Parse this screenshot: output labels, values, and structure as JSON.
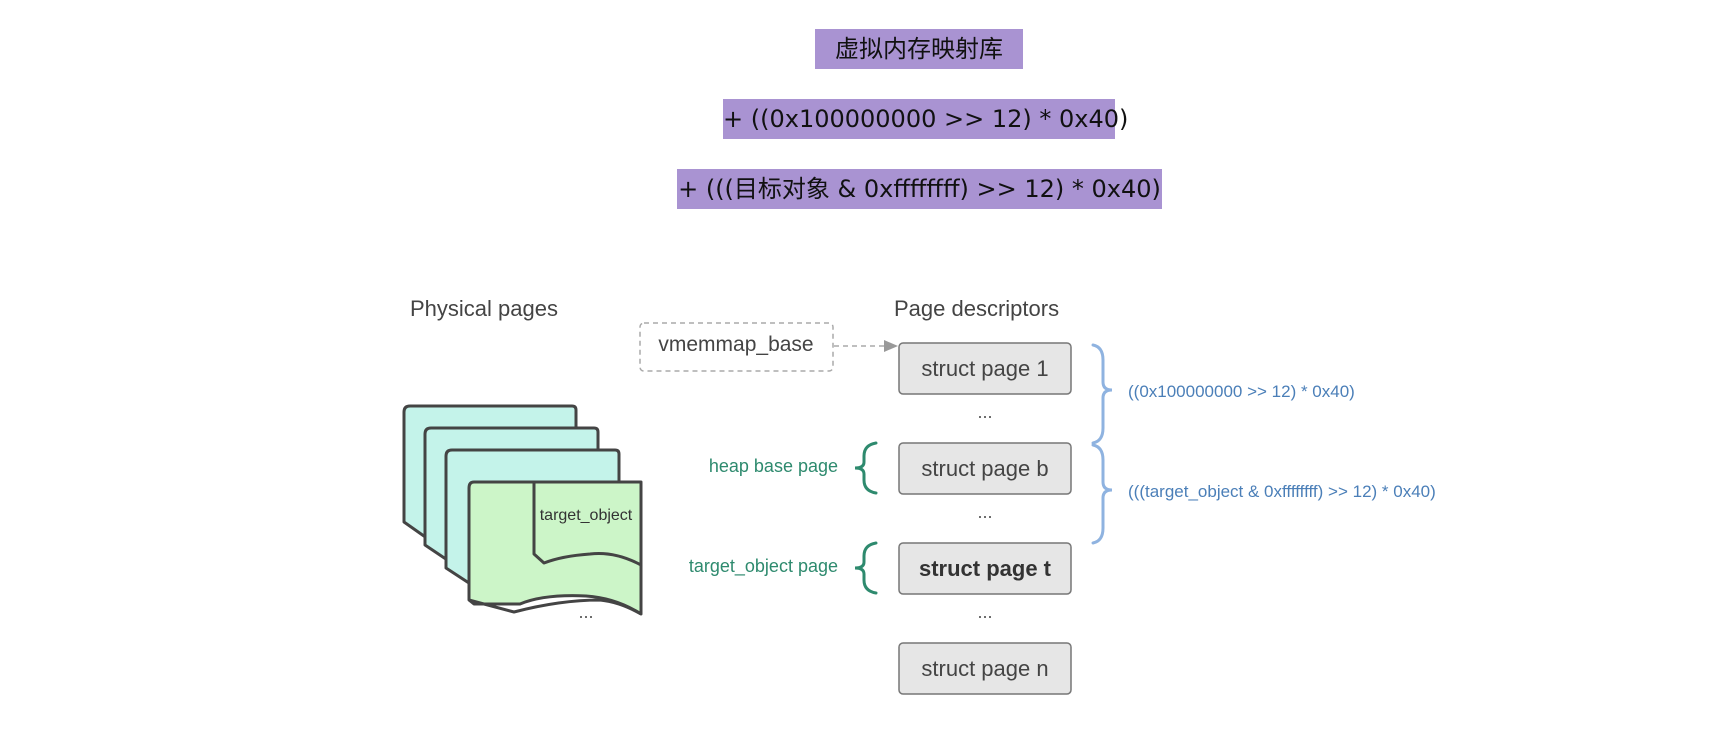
{
  "labels": {
    "line1": "虚拟内存映射库",
    "line2": "+ ((0x100000000 >> 12) * 0x40)",
    "line3": "+ (((目标对象 & 0xffffffff) >> 12) * 0x40)"
  },
  "diagram": {
    "physical_title": "Physical pages",
    "descriptors_title": "Page descriptors",
    "vmemmap": "vmemmap_base",
    "target_object": "target_object",
    "pages_ellipsis": "...",
    "structs": [
      "struct page 1",
      "struct page b",
      "struct page t",
      "struct page n"
    ],
    "ellipsis": "...",
    "heap_label": "heap base page",
    "target_label": "target_object page",
    "brace1": "((0x100000000 >> 12) * 0x40)",
    "brace2": "(((target_object & 0xffffffff) >> 12) * 0x40)"
  },
  "colors": {
    "label_bg": "#a993d2",
    "page_fill_back": "#c4f3ea",
    "page_fill_front": "#ccf5c8",
    "green_text": "#2e8a6e",
    "blue_text": "#4b7fb8",
    "brace_blue": "#8fb3e0"
  }
}
